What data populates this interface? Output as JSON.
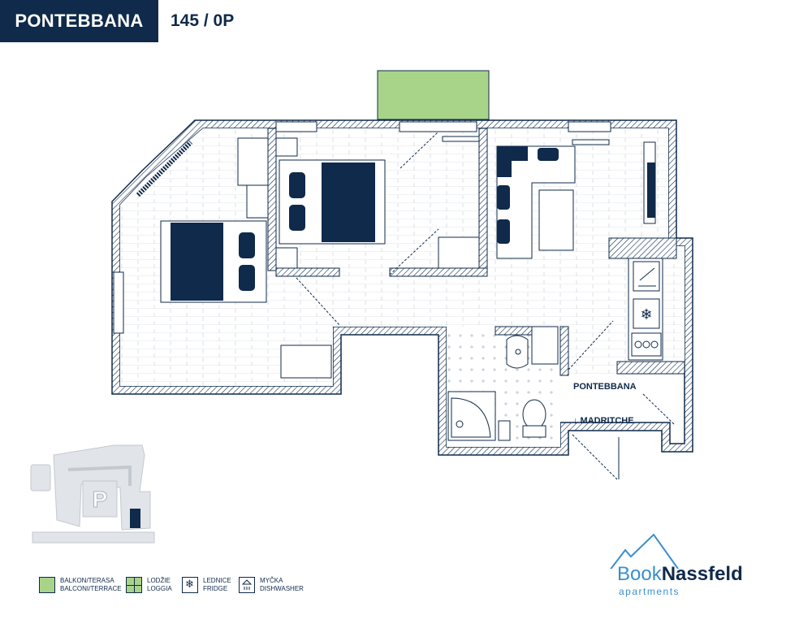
{
  "header": {
    "name": "PONTEBBANA",
    "unit": "145 / 0P"
  },
  "plan": {
    "entrance_label": "PONTEBBANA",
    "exit_label": "↓ MADRITCHE",
    "parking_symbol": "P"
  },
  "legend": [
    {
      "line1": "BALKON/TERASA",
      "line2": "BALCONI/TERRACE",
      "icon": "balcony-swatch"
    },
    {
      "line1": "LODŽIE",
      "line2": "LOGGIA",
      "icon": "loggia-swatch"
    },
    {
      "line1": "LEDNICE",
      "line2": "FRIDGE",
      "icon": "snowflake-icon"
    },
    {
      "line1": "MYČKA",
      "line2": "DISHWASHER",
      "icon": "dishwasher-icon"
    }
  ],
  "logo": {
    "word1": "Book",
    "word2": "Nassfeld",
    "subtitle": "apartments"
  },
  "colors": {
    "navy": "#0f2a4a",
    "balcony": "#a8d48a",
    "accent": "#3a8fcf"
  }
}
